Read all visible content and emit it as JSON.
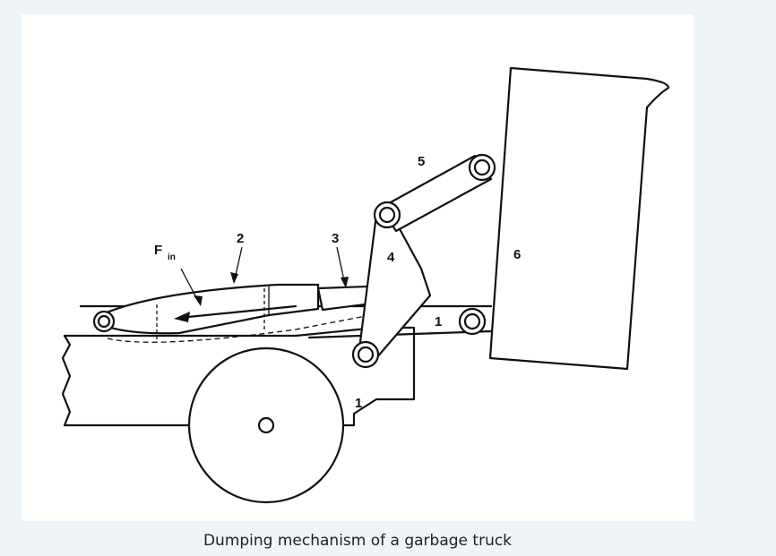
{
  "diagram": {
    "caption": "Dumping mechanism of a garbage truck",
    "force_label": "F",
    "force_subscript": "in",
    "part_labels": {
      "frame_body": "1",
      "frame_pivot": "1",
      "cylinder": "2",
      "piston_rod": "3",
      "link_4": "4",
      "link_5": "5",
      "bin": "6"
    }
  }
}
